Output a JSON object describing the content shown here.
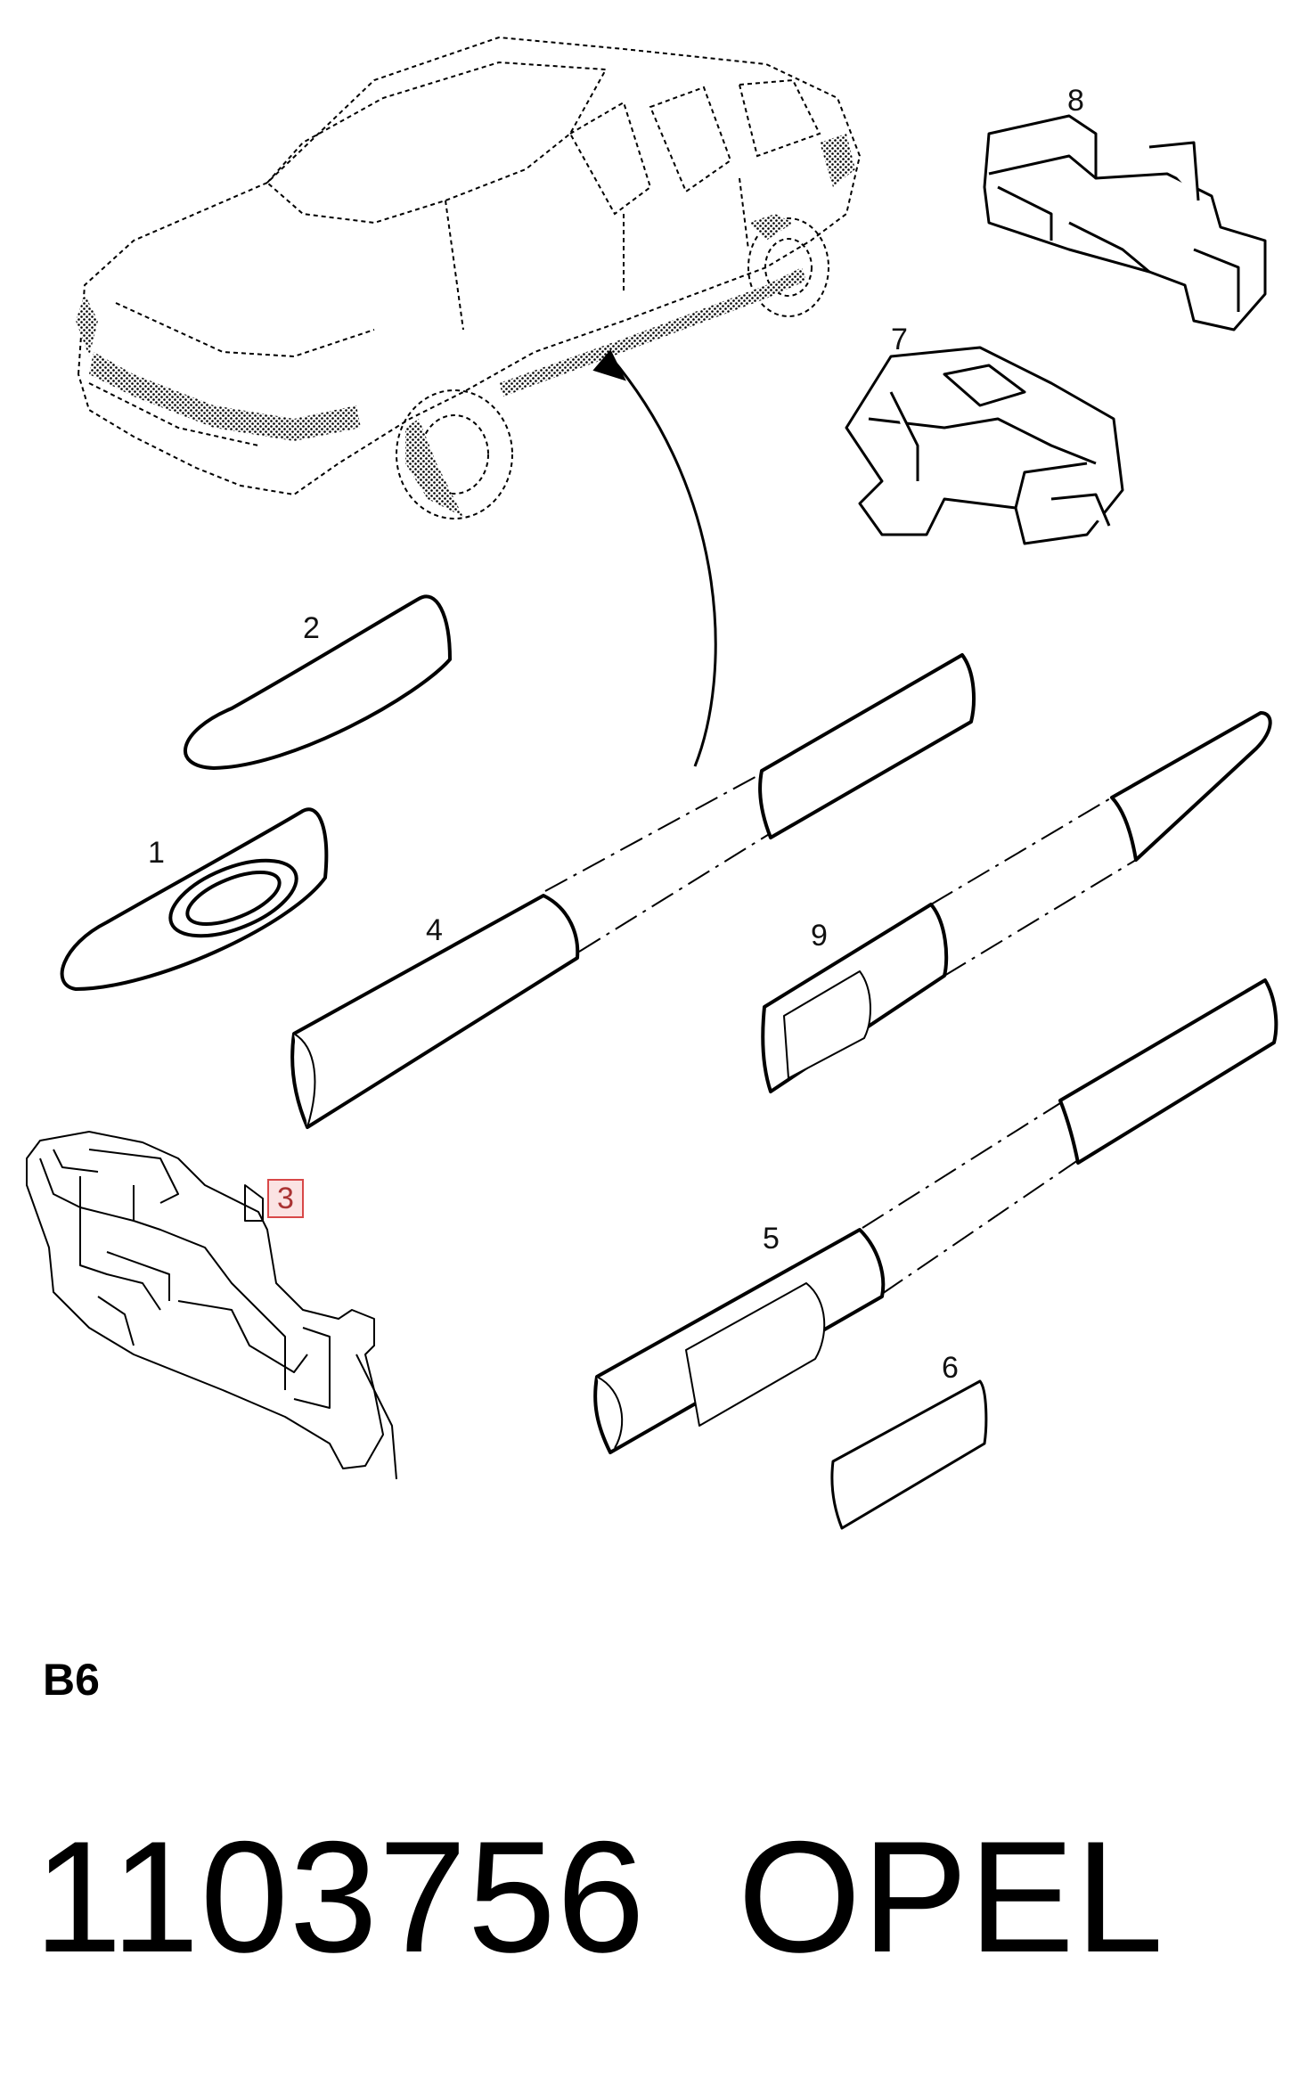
{
  "callouts": {
    "c1": "1",
    "c2": "2",
    "c3": "3",
    "c4": "4",
    "c5": "5",
    "c6": "6",
    "c7": "7",
    "c8": "8",
    "c9": "9"
  },
  "highlighted_callout": "3",
  "colors": {
    "line": "#000000",
    "highlight_border": "#d84848",
    "highlight_fill": "#fbe3e3"
  },
  "section_code": "B6",
  "part_number": "1103756",
  "brand": "OPEL"
}
